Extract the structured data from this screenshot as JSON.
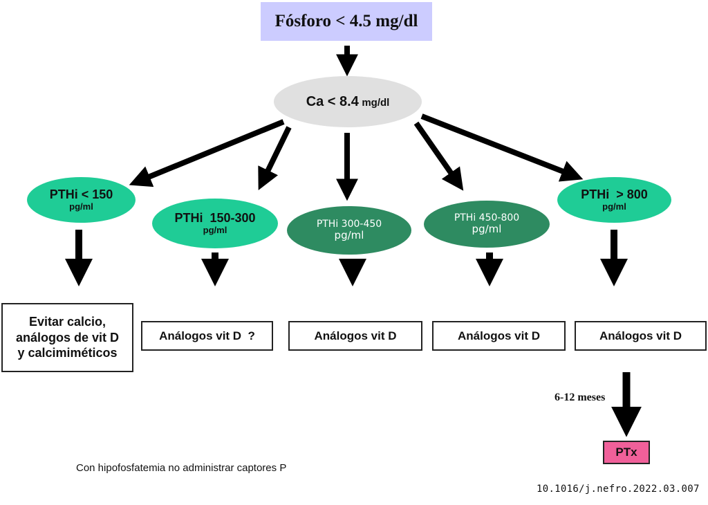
{
  "diagram": {
    "top_node": "Fósforo < 4.5 mg/dl",
    "ca_node": {
      "main": "Ca < 8.4",
      "unit": "mg/dl"
    },
    "pth_nodes": [
      {
        "label": "PTHi < 150",
        "unit": "pg/ml"
      },
      {
        "label": "PTHi  150-300",
        "unit": "pg/ml"
      },
      {
        "label": "PTHi 300-450",
        "unit": "pg/ml"
      },
      {
        "label": "PTHi 450-800",
        "unit": "pg/ml"
      },
      {
        "label": "PTHi  > 800",
        "unit": "pg/ml"
      }
    ],
    "treatment_boxes": [
      {
        "lines": [
          "Evitar calcio,",
          "análogos de vit D",
          "y calcimiméticos"
        ]
      },
      {
        "text": "Análogos vit D  ?"
      },
      {
        "text": "Análogos vit D"
      },
      {
        "text": "Análogos vit D"
      },
      {
        "text": "Análogos vit D"
      }
    ],
    "duration_label": "6-12 meses",
    "final_node": "PTx",
    "footnote": "Con hipofosfatemia no administrar captores P",
    "doi": "10.1016/j.nefro.2022.03.007"
  },
  "colors": {
    "top_box": "#ccccff",
    "ca_ellipse": "#e0e0e0",
    "pth_light": "#1fcc96",
    "pth_dark": "#2e8b61",
    "ptx": "#f0609a",
    "arrows": "#000000"
  }
}
